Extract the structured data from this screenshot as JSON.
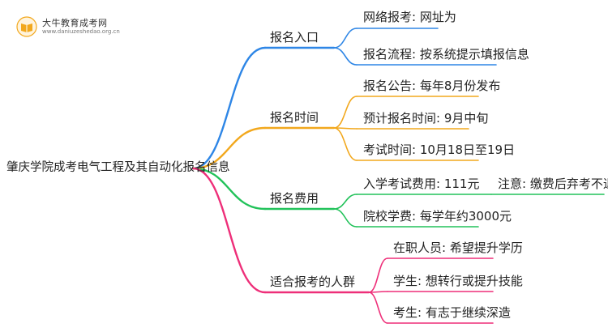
{
  "logo": {
    "name": "大牛教育成考网",
    "url": "www.daniuzeshedao.org.cn"
  },
  "root": "肇庆学院成考电气工程及其自动化报名信息",
  "branches": [
    {
      "label": "报名入口",
      "color": "#2e86e6",
      "children": [
        {
          "label": "网络报考: 网址为"
        },
        {
          "label": "报名流程: 按系统提示填报信息"
        }
      ]
    },
    {
      "label": "报名时间",
      "color": "#f2a81d",
      "children": [
        {
          "label": "报名公告: 每年8月份发布"
        },
        {
          "label": "预计报名时间: 9月中旬"
        },
        {
          "label": "考试时间: 10月18日至19日"
        }
      ]
    },
    {
      "label": "报名费用",
      "color": "#22c25a",
      "children": [
        {
          "label": "入学考试费用: 111元",
          "note": "注意: 缴费后弃考不退费"
        },
        {
          "label": "院校学费: 每学年约3000元"
        }
      ]
    },
    {
      "label": "适合报考的人群",
      "color": "#ee2f79",
      "children": [
        {
          "label": "在职人员: 希望提升学历"
        },
        {
          "label": "学生: 想转行或提升技能"
        },
        {
          "label": "考生: 有志于继续深造"
        }
      ]
    }
  ]
}
